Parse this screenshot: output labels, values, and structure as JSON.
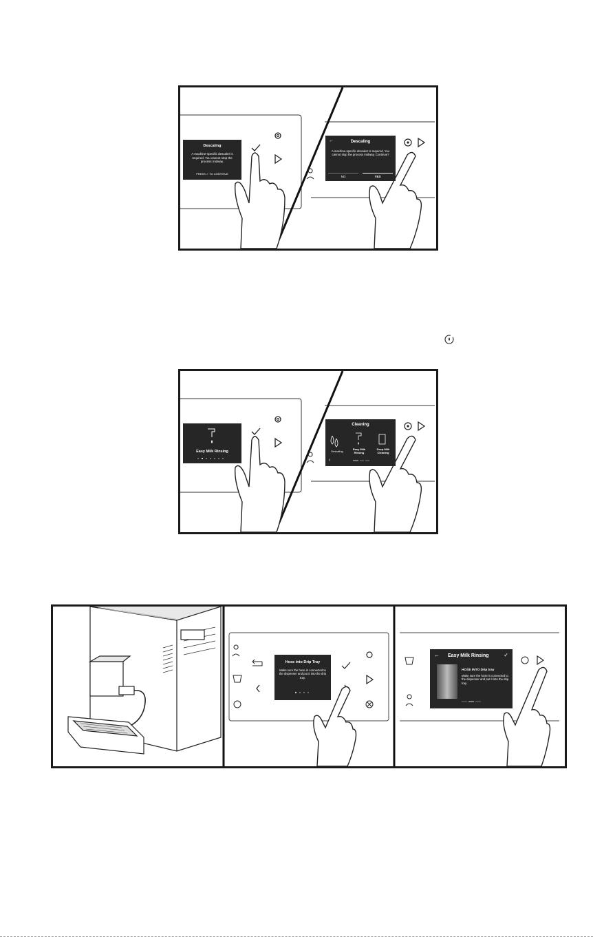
{
  "figure1": {
    "left_screen": {
      "title": "Descaling",
      "body": "A machine-specific descaler is required. You cannot stop the process midway.",
      "press_prefix": "PRESS",
      "press_suffix": "TO CONTINUE"
    },
    "right_screen": {
      "title": "Descaling",
      "body": "A machine-specific descaler is required. You cannot stop the process midway. Continue?",
      "no_label": "NO",
      "yes_label": "YES"
    }
  },
  "figure2": {
    "left_screen": {
      "label": "Easy Milk Rinsing"
    },
    "right_screen": {
      "title": "Cleaning",
      "item1": "Descaling",
      "item2": "Easy Milk Rinsing",
      "item3": "Deep Milk Cleaning"
    }
  },
  "figure3": {
    "middle_screen": {
      "title": "Hose into Drip Tray",
      "body": "Make sure the hose is connected to the dispenser and put it into the drip tray."
    },
    "right_screen": {
      "title": "Easy Milk Rinsing",
      "subtitle": "HOSE INTO Drip tray",
      "body": "Make sure the hose is connected to the dispenser and put it into the drip tray."
    }
  },
  "icons": [
    "gear-icon",
    "check-icon",
    "play-icon",
    "descale-icon",
    "person-icon",
    "cup-icon",
    "back-icon",
    "chevron-left-icon",
    "chevron-right-icon",
    "cancel-icon",
    "arrow-left-icon",
    "hand-icon"
  ]
}
